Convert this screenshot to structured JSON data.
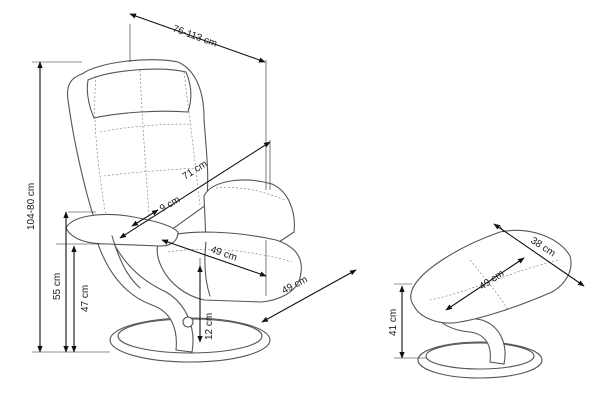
{
  "diagram": {
    "chair": {
      "total_depth": "76-113 cm",
      "total_height": "104-80 cm",
      "armrest_height": "55 cm",
      "seat_height": "47 cm",
      "width": "71 cm",
      "armrest_width": "9 cm",
      "seat_depth": "49 cm",
      "seat_width": "49 cm",
      "base_height": "12 cm"
    },
    "footstool": {
      "width": "38 cm",
      "depth": "49 cm",
      "height": "41 cm"
    }
  }
}
